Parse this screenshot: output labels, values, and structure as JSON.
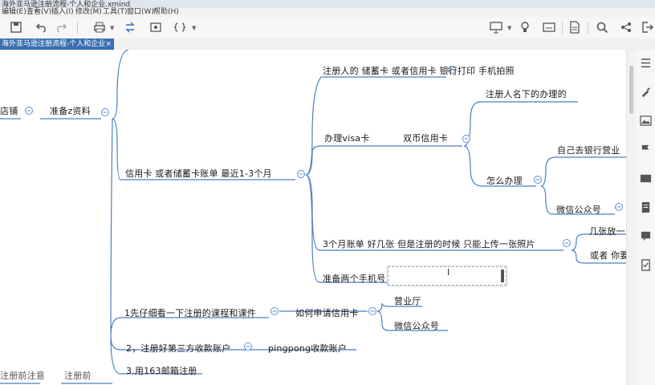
{
  "window": {
    "title": "海外亚马逊注册流程-个人和企业.xmind"
  },
  "menu": [
    "编辑(E)",
    "查看(V)",
    "插入(I)",
    "修改(M)",
    "工具(T)",
    "窗口(W)",
    "帮助(H)"
  ],
  "tab": {
    "label": "海外亚马逊注册流程-个人和企业",
    "close": "×"
  },
  "mindmap": {
    "n_top_cut": "",
    "n_left_store": "店铺",
    "n_prepare": "准备z资料",
    "n_credit": "信用卡 或者储蓄卡账单   最近1-3个月",
    "n_register_card": "注册人的 储蓄卡 或者信用卡       银行打印       手机拍照",
    "n_visa": "办理visa卡",
    "n_dual": "双币信用卡",
    "n_under_name": "注册人名下的办理的",
    "n_how": "怎么办理",
    "n_self_bank": "自己去银行营业",
    "n_wechat1": "微信公众号",
    "n_3months": "3个月账单   好几张   但是注册的时候   只能上传一张照片",
    "n_several": "几张放一",
    "n_or_you": "或者 你要",
    "n_two_phones": "准备两个手机号 z",
    "n_step1": "1先仔细看一下注册的课程和课件",
    "n_apply_credit": "如何申请信用卡",
    "n_hall": "营业厅",
    "n_wechat2": "微信公众号",
    "n_step2": "2，注册好第三方收款账户",
    "n_pingpong": "pingpong收款账户",
    "n_step3": "3.用163邮箱注册",
    "n_bottom_left": "注册前注意",
    "n_bottom_mid": "注册前"
  },
  "colors": {
    "line": "#4a7fc1",
    "tab": "#3b6fb0",
    "collapse": "#5a8fd0"
  },
  "icons": [
    "save-icon",
    "undo-icon",
    "redo-icon",
    "print-icon",
    "share-icon",
    "export-icon",
    "code-icon",
    "presentation-icon",
    "lightbulb-icon",
    "console-icon",
    "document-icon",
    "search-icon",
    "share-nodes-icon",
    "logout-icon"
  ]
}
